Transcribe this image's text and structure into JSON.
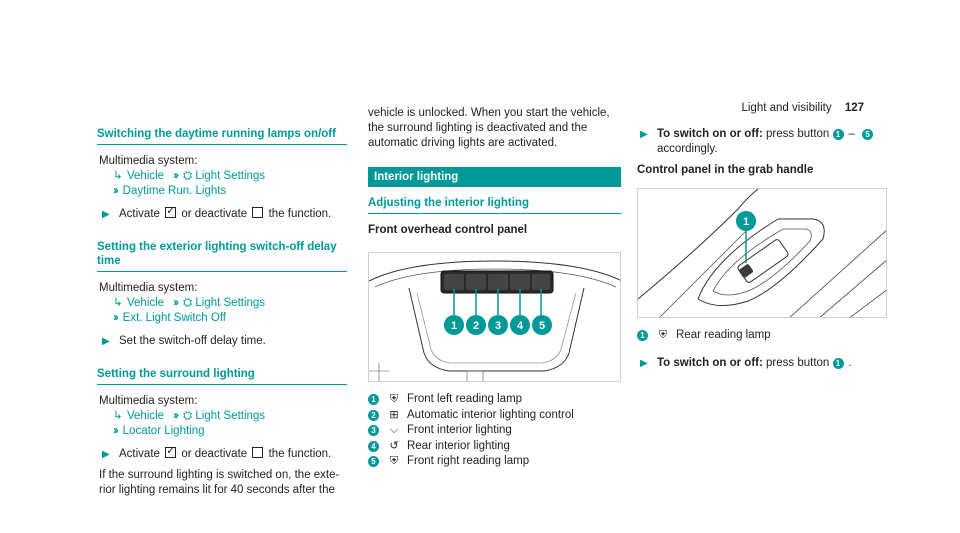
{
  "header": {
    "section": "Light and visibility",
    "page": "127"
  },
  "col1": {
    "s1": {
      "title": "Switching the daytime running lamps on/off",
      "intro": "Multimedia system:",
      "path1": "Vehicle",
      "path2": "Light Settings",
      "path3": "Daytime Run. Lights",
      "step_a": "Activate",
      "step_b": "or deactivate",
      "step_c": "the function."
    },
    "s2": {
      "title": "Setting the exterior lighting switch-off delay time",
      "intro": "Multimedia system:",
      "path1": "Vehicle",
      "path2": "Light Settings",
      "path3": "Ext. Light Switch Off",
      "step": "Set the switch-off delay time."
    },
    "s3": {
      "title": "Setting the surround lighting",
      "intro": "Multimedia system:",
      "path1": "Vehicle",
      "path2": "Light Settings",
      "path3": "Locator Lighting",
      "step_a": "Activate",
      "step_b": "or deactivate",
      "step_c": "the function.",
      "body": "If the surround lighting is switched on, the exte-rior lighting remains lit for 40 seconds after the"
    }
  },
  "col2": {
    "cont": "vehicle is unlocked. When you start the vehicle, the surround lighting is deactivated and the automatic driving lights are activated.",
    "band": "Interior lighting",
    "title": "Adjusting the interior lighting",
    "subhead": "Front overhead control panel",
    "legend": [
      {
        "n": "1",
        "sym": "⛨",
        "text": "Front left reading lamp"
      },
      {
        "n": "2",
        "sym": "⊞",
        "text": "Automatic interior lighting control"
      },
      {
        "n": "3",
        "sym": "⌵",
        "text": "Front interior lighting"
      },
      {
        "n": "4",
        "sym": "↺",
        "text": "Rear interior lighting"
      },
      {
        "n": "5",
        "sym": "⛨",
        "text": "Front right reading lamp"
      }
    ],
    "fig_nums": [
      "1",
      "2",
      "3",
      "4",
      "5"
    ]
  },
  "col3": {
    "step1_bold": "To switch on or off:",
    "step1_a": "press button",
    "step1_n1": "1",
    "step1_dash": "–",
    "step1_n2": "5",
    "step1_b": "accordingly.",
    "subhead": "Control panel in the grab handle",
    "fig_num": "1",
    "legend_n": "1",
    "legend_sym": "⛨",
    "legend_text": "Rear reading lamp",
    "step2_bold": "To switch on or off:",
    "step2_a": "press button",
    "step2_n": "1"
  }
}
